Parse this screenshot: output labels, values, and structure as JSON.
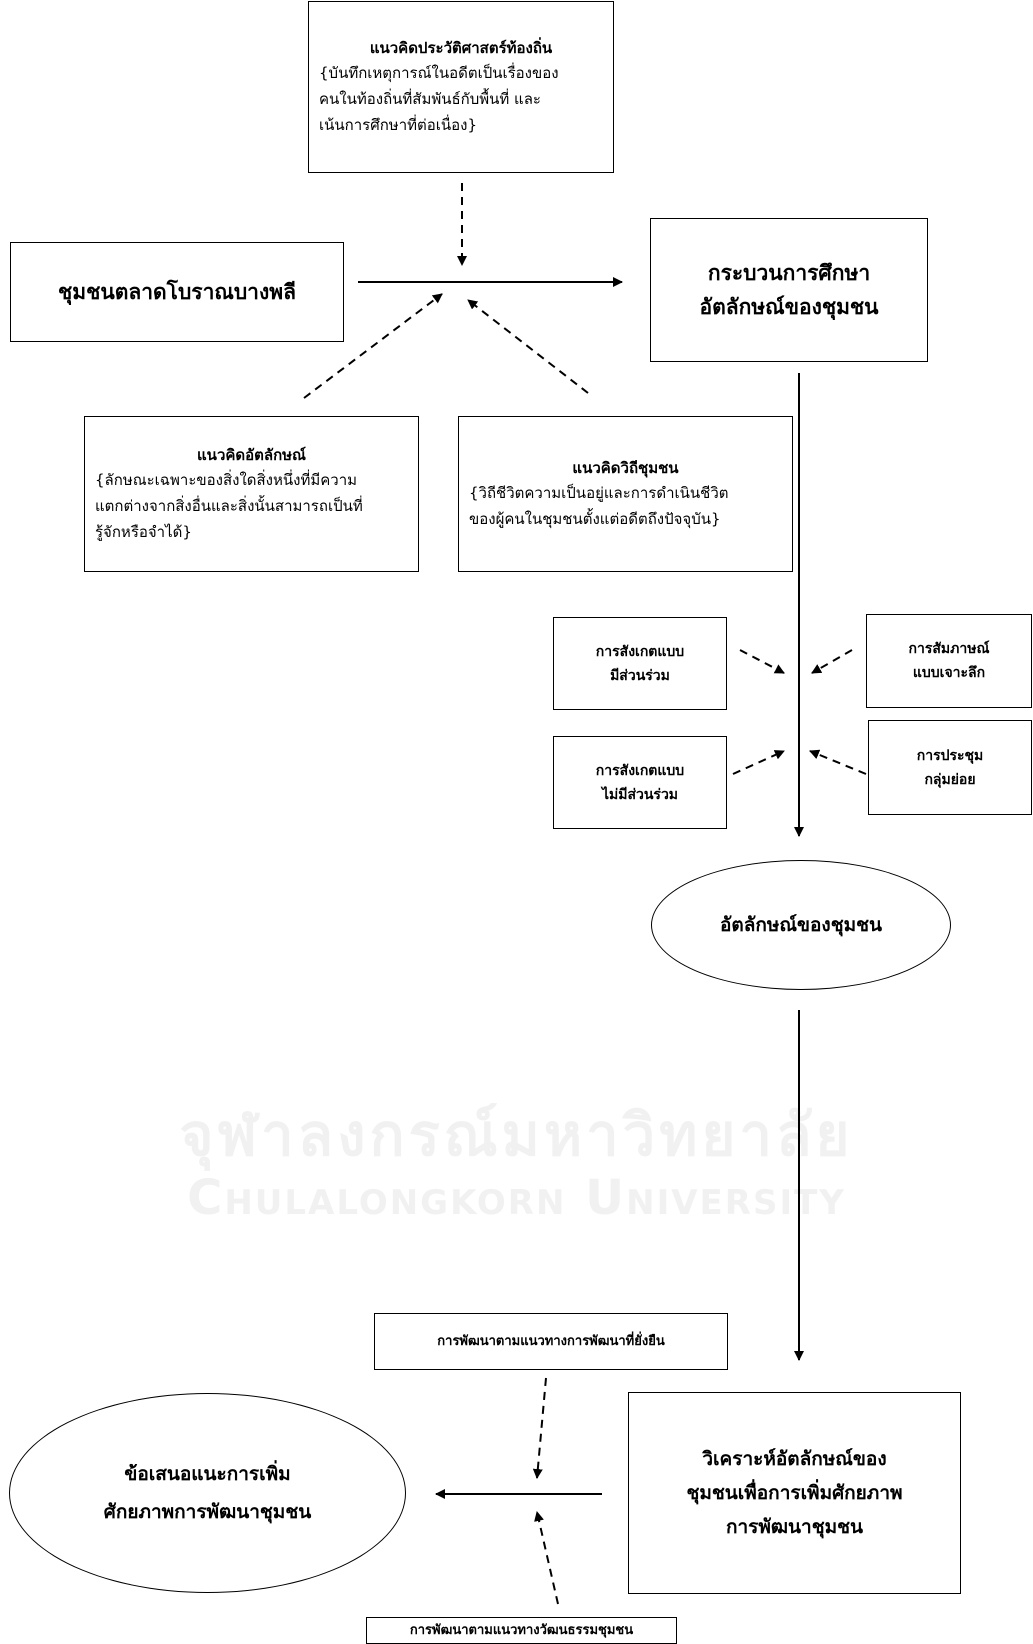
{
  "watermark": {
    "thai": "จุฬาลงกรณ์มหาวิทยาลัย",
    "english": "Chulalongkorn University"
  },
  "nodes": {
    "history_concept": {
      "title": "แนวคิดประวัติศาสตร์ท้องถิ่น",
      "lines": [
        "{บันทึกเหตุการณ์ในอดีตเป็นเรื่องของ",
        "คนในท้องถิ่นที่สัมพันธ์กับพื้นที่ และ",
        "เน้นการศึกษาที่ต่อเนื่อง}"
      ]
    },
    "community": {
      "lines": [
        "ชุมชนตลาดโบราณบางพลี"
      ]
    },
    "study_process": {
      "lines": [
        "กระบวนการศึกษา",
        "อัตลักษณ์ของชุมชน"
      ]
    },
    "identity_concept": {
      "title": "แนวคิดอัตลักษณ์",
      "lines": [
        "{ลักษณะเฉพาะของสิ่งใดสิ่งหนึ่งที่มีความ",
        "แตกต่างจากสิ่งอื่นและสิ่งนั้นสามารถเป็นที่",
        "รู้จักหรือจำได้}"
      ]
    },
    "lifestyle_concept": {
      "title": "แนวคิดวิถีชุมชน",
      "lines": [
        "{วิถีชีวิตความเป็นอยู่และการดำเนินชีวิต",
        "ของผู้คนในชุมชนตั้งแต่อดีตถึงปัจจุบัน}"
      ]
    },
    "participant_observation": {
      "lines": [
        "การสังเกตแบบ",
        "มีส่วนร่วม"
      ]
    },
    "non_participant_observation": {
      "lines": [
        "การสังเกตแบบ",
        "ไม่มีส่วนร่วม"
      ]
    },
    "in_depth_interview": {
      "lines": [
        "การสัมภาษณ์",
        "แบบเจาะลึก"
      ]
    },
    "focus_group": {
      "lines": [
        "การประชุม",
        "กลุ่มย่อย"
      ]
    },
    "community_identity": {
      "lines": [
        "อัตลักษณ์ของชุมชน"
      ]
    },
    "sustainable_dev": {
      "lines": [
        "การพัฒนาตามแนวทางการพัฒนาที่ยั่งยืน"
      ]
    },
    "analysis": {
      "lines": [
        "วิเคราะห์อัตลักษณ์ของ",
        "ชุมชนเพื่อการเพิ่มศักยภาพ",
        "การพัฒนาชุมชน"
      ]
    },
    "recommendation": {
      "lines": [
        "ข้อเสนอแนะการเพิ่ม",
        "ศักยภาพการพัฒนาชุมชน"
      ]
    },
    "cultural_dev": {
      "lines": [
        "การพัฒนาตามแนวทางวัฒนธรรมชุมชน"
      ]
    }
  }
}
